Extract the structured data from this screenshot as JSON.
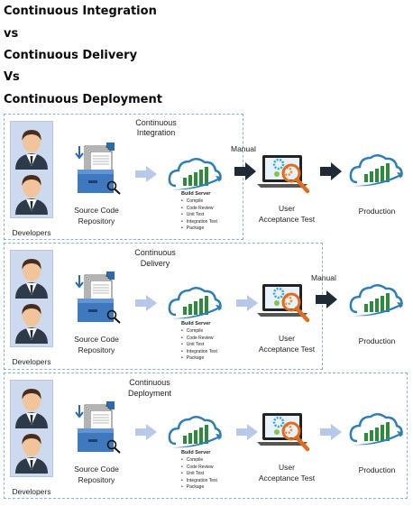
{
  "headings": [
    "Continuous Integration",
    "vs",
    "Continuous Delivery",
    "Vs",
    "Continuous Deployment"
  ],
  "labels": {
    "developers": "Developers",
    "repo_line1": "Source Code",
    "repo_line2": "Repository",
    "build_title": "Build Server",
    "build_steps": [
      "Compile",
      "Code Review",
      "Unit Test",
      "Integration Test",
      "Package"
    ],
    "uat_line1": "User",
    "uat_line2": "Acceptance Test",
    "production": "Production",
    "manual": "Manual"
  },
  "pipelines": [
    {
      "title_line1": "Continuous",
      "title_line2": "Integration",
      "manual_step": "after build server"
    },
    {
      "title_line1": "Continuous",
      "title_line2": "Delivery",
      "manual_step": "before production"
    },
    {
      "title_line1": "Continuous",
      "title_line2": "Deployment",
      "manual_step": "none"
    }
  ],
  "colors": {
    "panel_border": "#8fb1d6",
    "auto_arrow": "#b7c9e8",
    "manual_arrow": "#1f2a36",
    "cloud_stroke": "#2e7fb6",
    "bars": "#2d8c3c",
    "dev_background": "#cdd9ee"
  },
  "icons": [
    "developer-person-icon",
    "file-cabinet-icon",
    "magnifier-icon",
    "cloud-chart-icon",
    "laptop-gear-icon"
  ]
}
